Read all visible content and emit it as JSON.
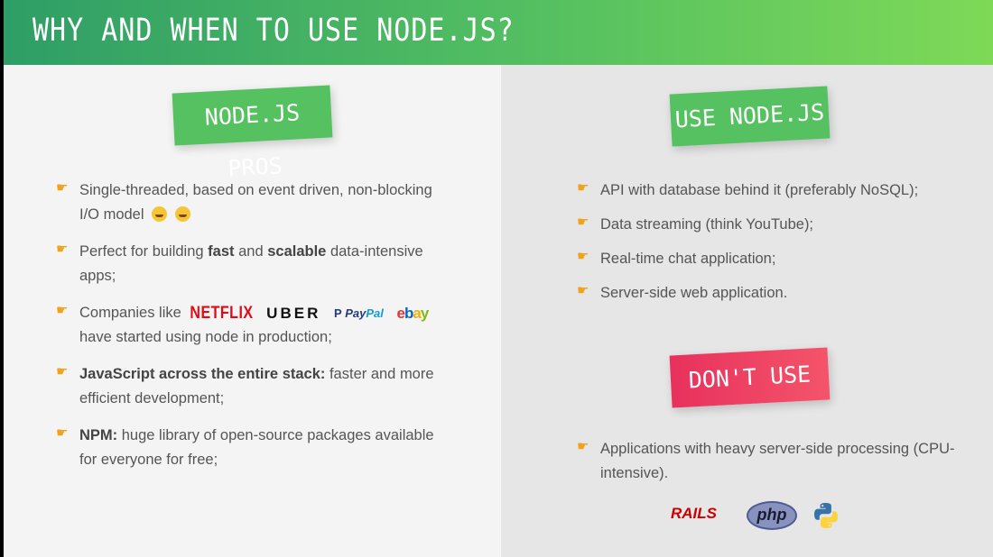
{
  "header": {
    "title": "WHY AND WHEN TO USE NODE.JS?"
  },
  "left": {
    "tag": "NODE.JS PROS",
    "bullets": [
      {
        "text": "Single-threaded, based on event driven, non-blocking I/O model"
      },
      {
        "pre": "Perfect for building ",
        "b1": "fast",
        "mid": " and ",
        "b2": "scalable",
        "post": " data-intensive apps;"
      },
      {
        "pre": "Companies like",
        "post": "have started using node in production;"
      },
      {
        "bold": "JavaScript across the entire stack:",
        "post": " faster and more efficient development;"
      },
      {
        "bold": "NPM:",
        "post": " huge library of open-source packages available for everyone for free;"
      }
    ]
  },
  "companies": {
    "netflix": "NETFLIX",
    "uber": "UBER",
    "paypal_a": "Pay",
    "paypal_b": "Pal",
    "ebay": [
      "e",
      "b",
      "a",
      "y"
    ]
  },
  "right": {
    "use_tag": "USE NODE.JS",
    "use_items": [
      "API with database behind it (preferably NoSQL);",
      "Data streaming (think YouTube);",
      "Real-time chat application;",
      "Server-side web application."
    ],
    "dont_tag": "DON'T USE",
    "dont_items": [
      "Applications with heavy server-side processing (CPU-intensive)."
    ]
  },
  "tech": {
    "rails": "RAILS",
    "php": "php"
  },
  "colors": {
    "green": "#56c160",
    "red": "#e8315d",
    "bullet": "#f0a21c"
  }
}
